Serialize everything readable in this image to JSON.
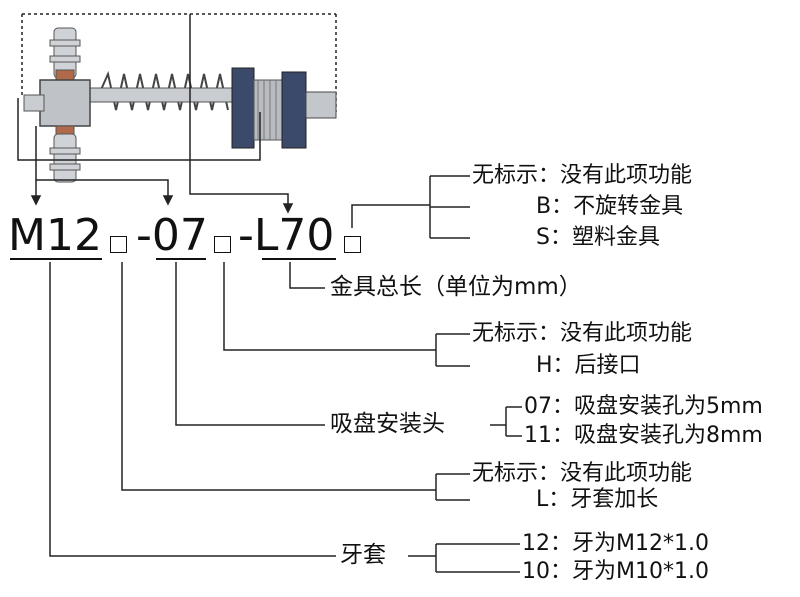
{
  "code": {
    "m12": "M12",
    "seg07": "-07",
    "segL70": "-L70"
  },
  "length_group": {
    "options": [
      "无标示：没有此项功能",
      "B：不旋转金具",
      "S：塑料金具"
    ],
    "label": "金具总长（单位为mm）"
  },
  "rear_port_group": {
    "options": [
      "无标示：没有此项功能",
      "H：后接口"
    ]
  },
  "suction_mount_group": {
    "label": "吸盘安装头",
    "options": [
      "07：吸盘安装孔为5mm",
      "11：吸盘安装孔为8mm"
    ]
  },
  "extension_group": {
    "options": [
      "无标示：没有此项功能",
      "L：牙套加长"
    ]
  },
  "thread_group": {
    "label": "牙套",
    "options": [
      "12：牙为M12*1.0",
      "10：牙为M10*1.0"
    ]
  }
}
